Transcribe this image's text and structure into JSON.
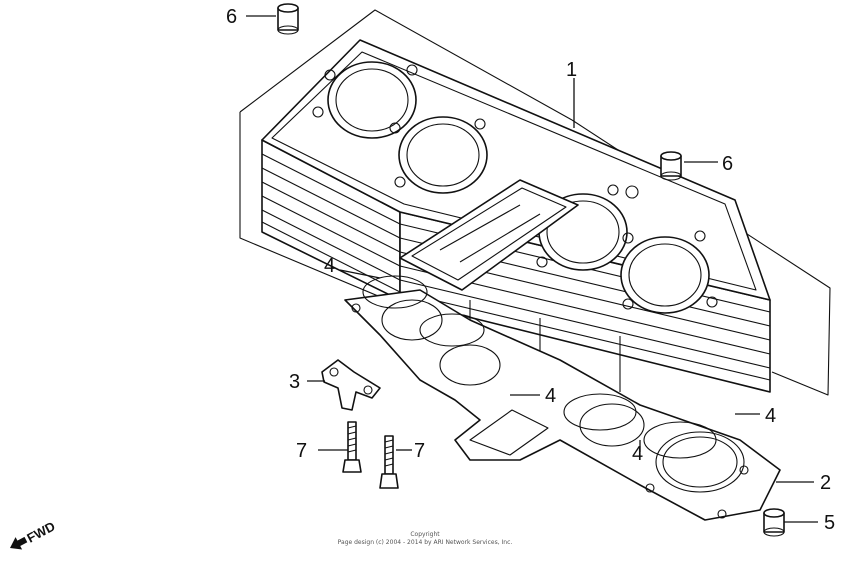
{
  "callouts": [
    {
      "id": "1",
      "label": "1"
    },
    {
      "id": "2",
      "label": "2"
    },
    {
      "id": "3",
      "label": "3"
    },
    {
      "id": "4a",
      "label": "4"
    },
    {
      "id": "4b",
      "label": "4"
    },
    {
      "id": "4c",
      "label": "4"
    },
    {
      "id": "4d",
      "label": "4"
    },
    {
      "id": "5",
      "label": "5"
    },
    {
      "id": "6a",
      "label": "6"
    },
    {
      "id": "6b",
      "label": "6"
    },
    {
      "id": "7a",
      "label": "7"
    },
    {
      "id": "7b",
      "label": "7"
    }
  ],
  "direction_marker": {
    "label": "FWD",
    "icon": "arrow-left-icon"
  },
  "copyright": {
    "line1": "Copyright",
    "line2": "Page design (c) 2004 - 2014 by ARI Network Services, Inc."
  }
}
